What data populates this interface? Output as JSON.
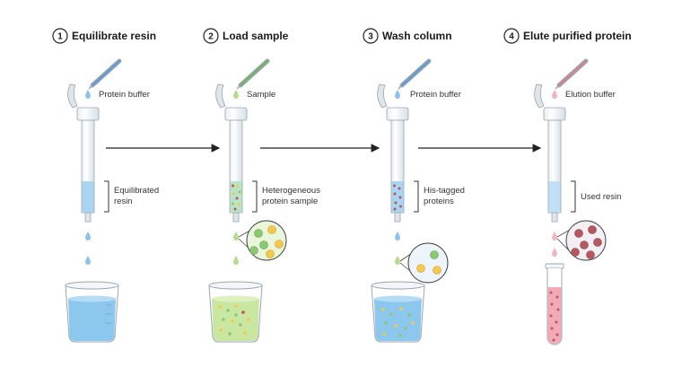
{
  "steps": [
    {
      "number": "1",
      "title": "Equilibrate resin",
      "buffer_label": "Protein buffer",
      "bracket_lines": [
        "Equilibrated",
        "resin"
      ],
      "colors": {
        "pipette": "#5b9bd5",
        "drop": "#8fc3ea",
        "resin": "#a9d4f2"
      }
    },
    {
      "number": "2",
      "title": "Load sample",
      "buffer_label": "Sample",
      "bracket_lines": [
        "Heterogeneous",
        "protein sample"
      ],
      "colors": {
        "pipette": "#6fb55a",
        "drop": "#b7dc8f",
        "resin": "#b9e4c8"
      }
    },
    {
      "number": "3",
      "title": "Wash column",
      "buffer_label": "Protein buffer",
      "bracket_lines": [
        "His-tagged",
        "proteins"
      ],
      "colors": {
        "pipette": "#5b9bd5",
        "drop": "#8fc3ea",
        "resin": "#a9d4f2"
      }
    },
    {
      "number": "4",
      "title": "Elute purified protein",
      "buffer_label": "Elution buffer",
      "bracket_lines": [
        "Used resin"
      ],
      "colors": {
        "pipette": "#e07b8a",
        "drop": "#f3b6bf",
        "resin": "#bfe0f5"
      }
    }
  ],
  "palette": {
    "protein_green": "#8bc873",
    "protein_yellow": "#f2c94c",
    "protein_red": "#b5585f",
    "beaker_blue": "#8cc7ee",
    "beaker_green": "#c9e7a1",
    "tube_pink": "#f4aab6"
  }
}
